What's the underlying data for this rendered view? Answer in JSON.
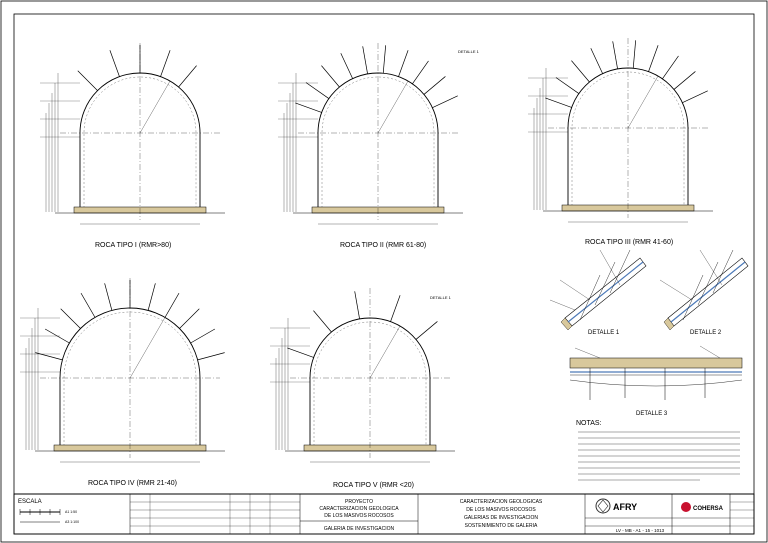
{
  "sections": [
    {
      "title": "ROCA TIPO I (RMR>80)"
    },
    {
      "title": "ROCA TIPO II (RMR 61-80)"
    },
    {
      "title": "ROCA TIPO III (RMR 41-60)"
    },
    {
      "title": "ROCA TIPO IV (RMR 21-40)"
    },
    {
      "title": "ROCA TIPO V (RMR <20)"
    }
  ],
  "details": [
    {
      "title": "DETALLE 1"
    },
    {
      "title": "DETALLE 2"
    },
    {
      "title": "DETALLE 3"
    }
  ],
  "detail_callouts": [
    "DETALLE 1",
    "DETALLE 1"
  ],
  "notes": {
    "title": "NOTAS:"
  },
  "title_block": {
    "scale_label": "ESCALA",
    "scale_values": [
      "A1 1:50",
      "A3 1:100"
    ],
    "project_label": "PROYECTO",
    "project_lines": [
      "CARACTERIZACION GEOLOGICA",
      "DE LOS MASIVOS ROCOSOS"
    ],
    "gallery": "GALERIA DE INVESTIGACION",
    "drawing_lines": [
      "CARACTERIZACION GEOLOGICAS",
      "DE LOS MASIVOS ROCOSOS",
      "GALERIAS DE INVESTIGACION",
      "SOSTENIMIENTO DE GALERIA"
    ],
    "afry": "AFRY",
    "cohersa": "COHERSA",
    "drawing_number": "LV - MB - A1 - 15 - 1013"
  }
}
